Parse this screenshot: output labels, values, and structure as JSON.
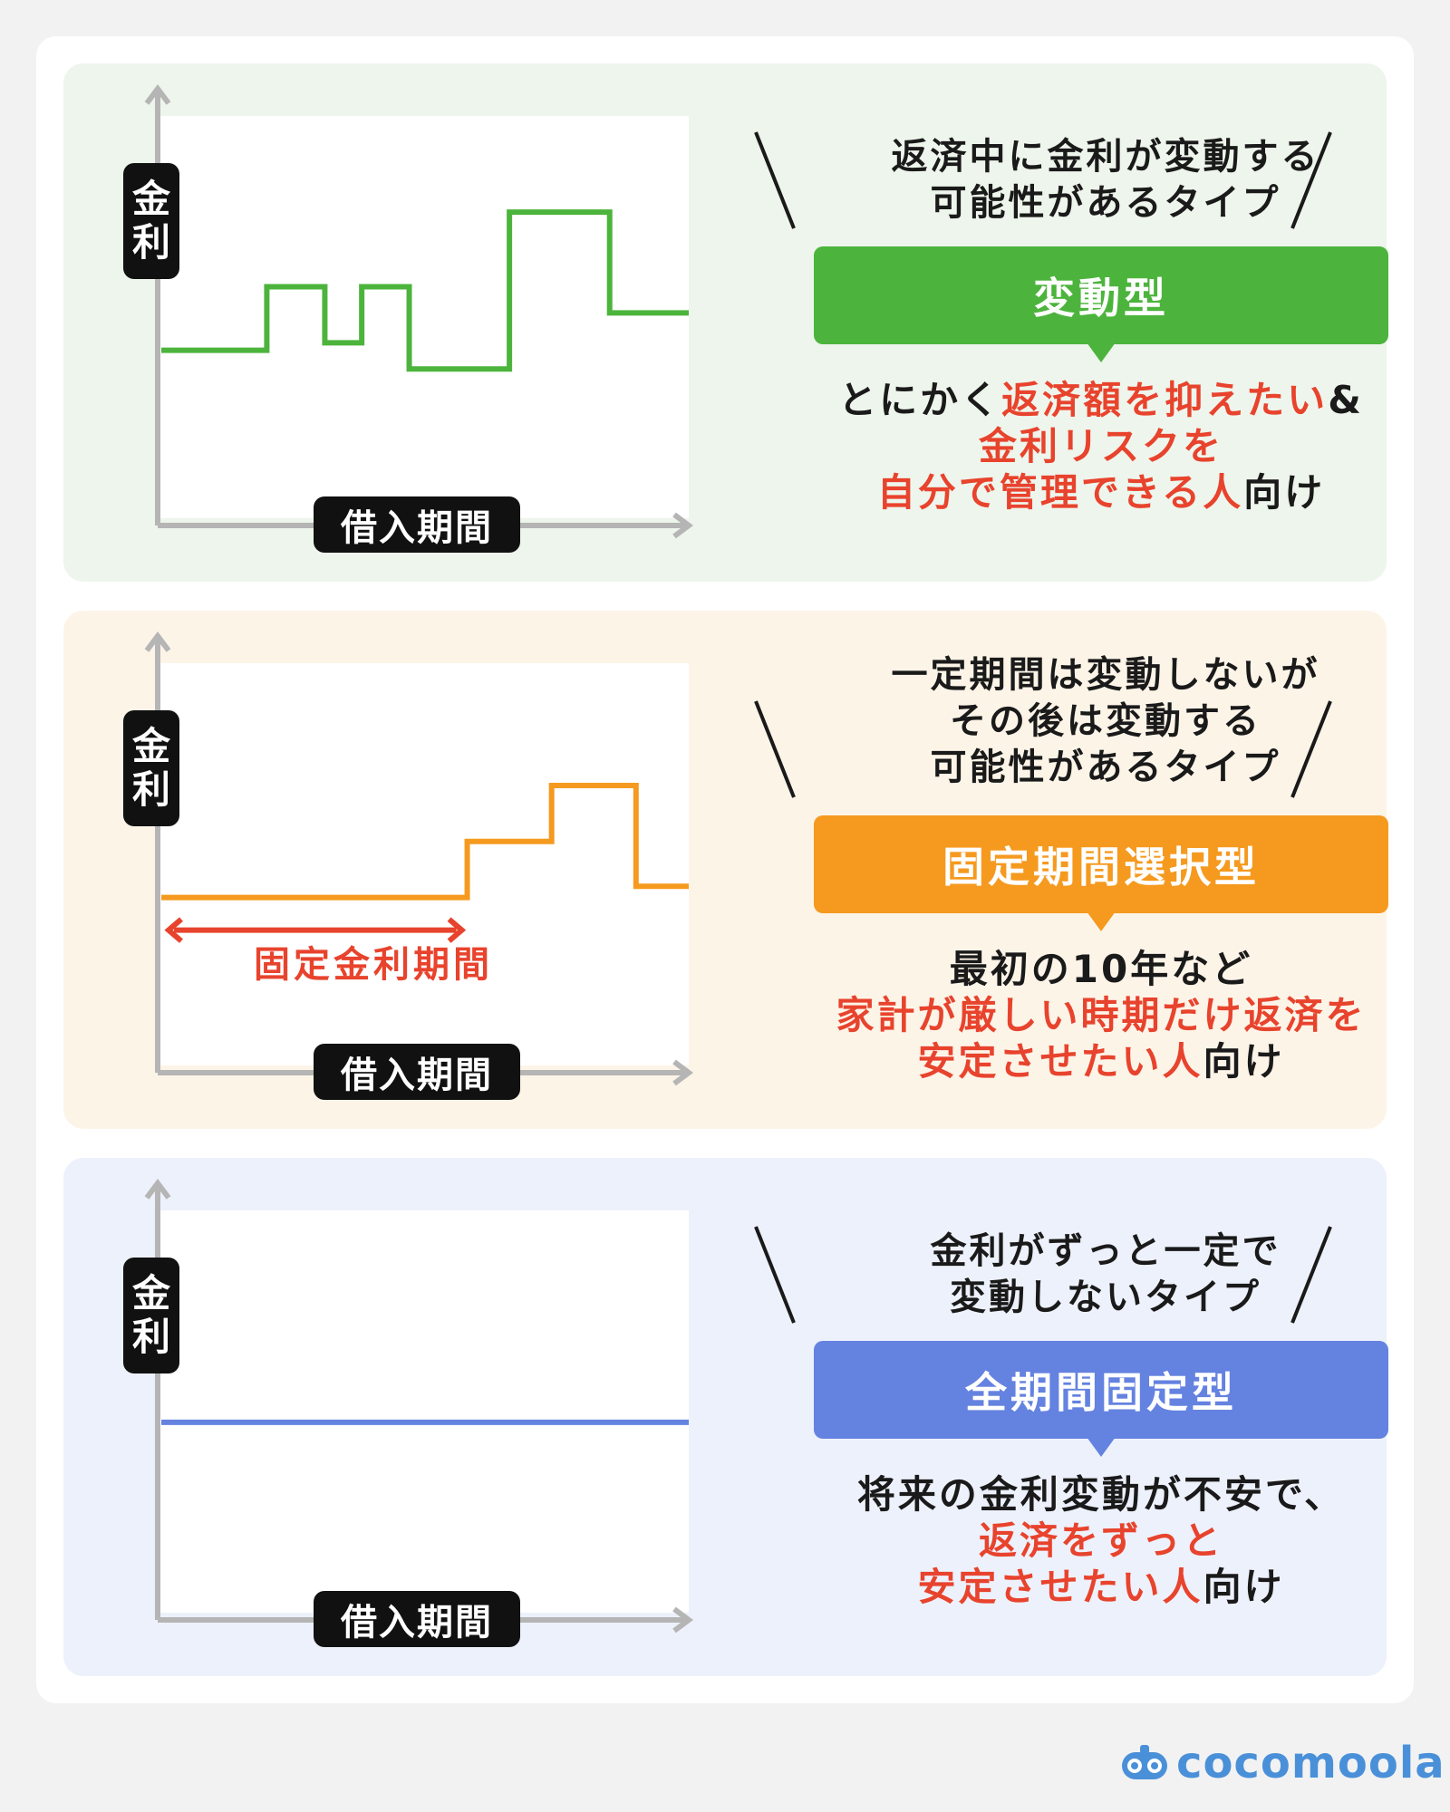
{
  "panels": [
    {
      "id": "variable",
      "bg": "#eef5ec",
      "color": "#4cb43c",
      "y_label_chars": [
        "金",
        "利"
      ],
      "x_label": "借入期間",
      "line_levels": [
        0.45,
        0.62,
        0.47,
        0.62,
        0.4,
        0.82,
        0.55
      ],
      "line_breaks": [
        0,
        0.2,
        0.31,
        0.38,
        0.47,
        0.66,
        0.85,
        1.0
      ],
      "desc_lines": [
        "返済中に金利が変動する",
        "可能性があるタイプ"
      ],
      "type_label": "変動型",
      "target_lines": [
        [
          {
            "text": "とにかく",
            "red": false
          },
          {
            "text": "返済額を抑えたい",
            "red": true
          },
          {
            "text": "&",
            "red": false
          }
        ],
        [
          {
            "text": "金利リスクを",
            "red": true
          }
        ],
        [
          {
            "text": "自分で管理できる人",
            "red": true
          },
          {
            "text": "向け",
            "red": false
          }
        ]
      ]
    },
    {
      "id": "fixed-period",
      "bg": "#fdf4e8",
      "color": "#f59a1f",
      "y_label_chars": [
        "金",
        "利"
      ],
      "x_label": "借入期間",
      "fixed_label": "固定金利期間",
      "line_levels": [
        0.45,
        0.6,
        0.75,
        0.48
      ],
      "line_breaks": [
        0,
        0.58,
        0.74,
        0.9,
        1.0
      ],
      "desc_lines": [
        "一定期間は変動しないが",
        "その後は変動する",
        "可能性があるタイプ"
      ],
      "type_label": "固定期間選択型",
      "target_lines": [
        [
          {
            "text": "最初の10年など",
            "red": false
          }
        ],
        [
          {
            "text": "家計が厳しい時期だけ返済を",
            "red": true
          }
        ],
        [
          {
            "text": "安定させたい人",
            "red": true
          },
          {
            "text": "向け",
            "red": false
          }
        ]
      ]
    },
    {
      "id": "full-fixed",
      "bg": "#edf1fb",
      "color": "#6482e0",
      "y_label_chars": [
        "金",
        "利"
      ],
      "x_label": "借入期間",
      "line_levels": [
        0.51
      ],
      "line_breaks": [
        0,
        1.0
      ],
      "desc_lines": [
        "金利がずっと一定で",
        "変動しないタイプ"
      ],
      "type_label": "全期間固定型",
      "target_lines": [
        [
          {
            "text": "将来の金利変動が不安で、",
            "red": false
          }
        ],
        [
          {
            "text": "返済をずっと",
            "red": true
          }
        ],
        [
          {
            "text": "安定させたい人",
            "red": true
          },
          {
            "text": "向け",
            "red": false
          }
        ]
      ]
    }
  ],
  "logo": {
    "text": "cocomoola",
    "color": "#4a90d9"
  }
}
